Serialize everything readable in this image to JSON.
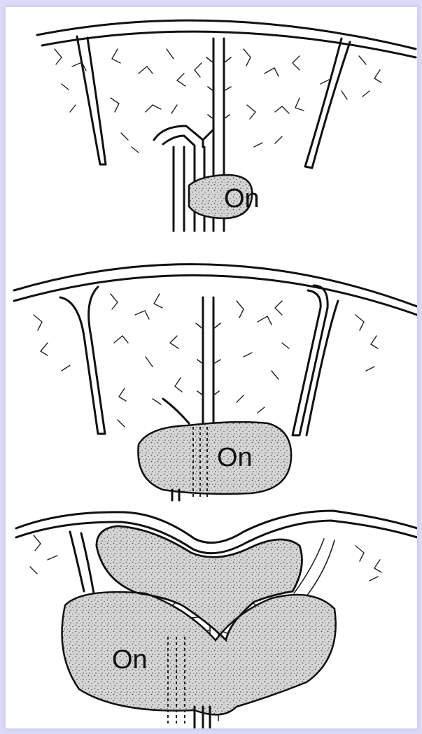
{
  "panels": [
    {
      "label": "On"
    },
    {
      "label": "On"
    },
    {
      "label": "On"
    }
  ]
}
